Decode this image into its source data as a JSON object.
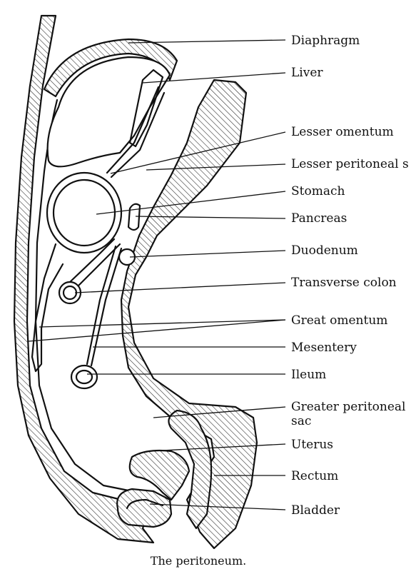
{
  "caption": "The peritoneum.",
  "labels": {
    "diaphragm": "Diaphragm",
    "liver": "Liver",
    "lesser_omentum": "Lesser omentum",
    "lesser_peritoneal_sac": "Lesser peritoneal s",
    "stomach": "Stomach",
    "pancreas": "Pancreas",
    "duodenum": "Duodenum",
    "transverse_colon": "Transverse colon",
    "great_omentum": "Great omentum",
    "mesentery": "Mesentery",
    "ileum": "Ileum",
    "greater_peritoneal_sac_1": "Greater peritoneal",
    "greater_peritoneal_sac_2": "sac",
    "uterus": "Uterus",
    "rectum": "Rectum",
    "bladder": "Bladder"
  }
}
